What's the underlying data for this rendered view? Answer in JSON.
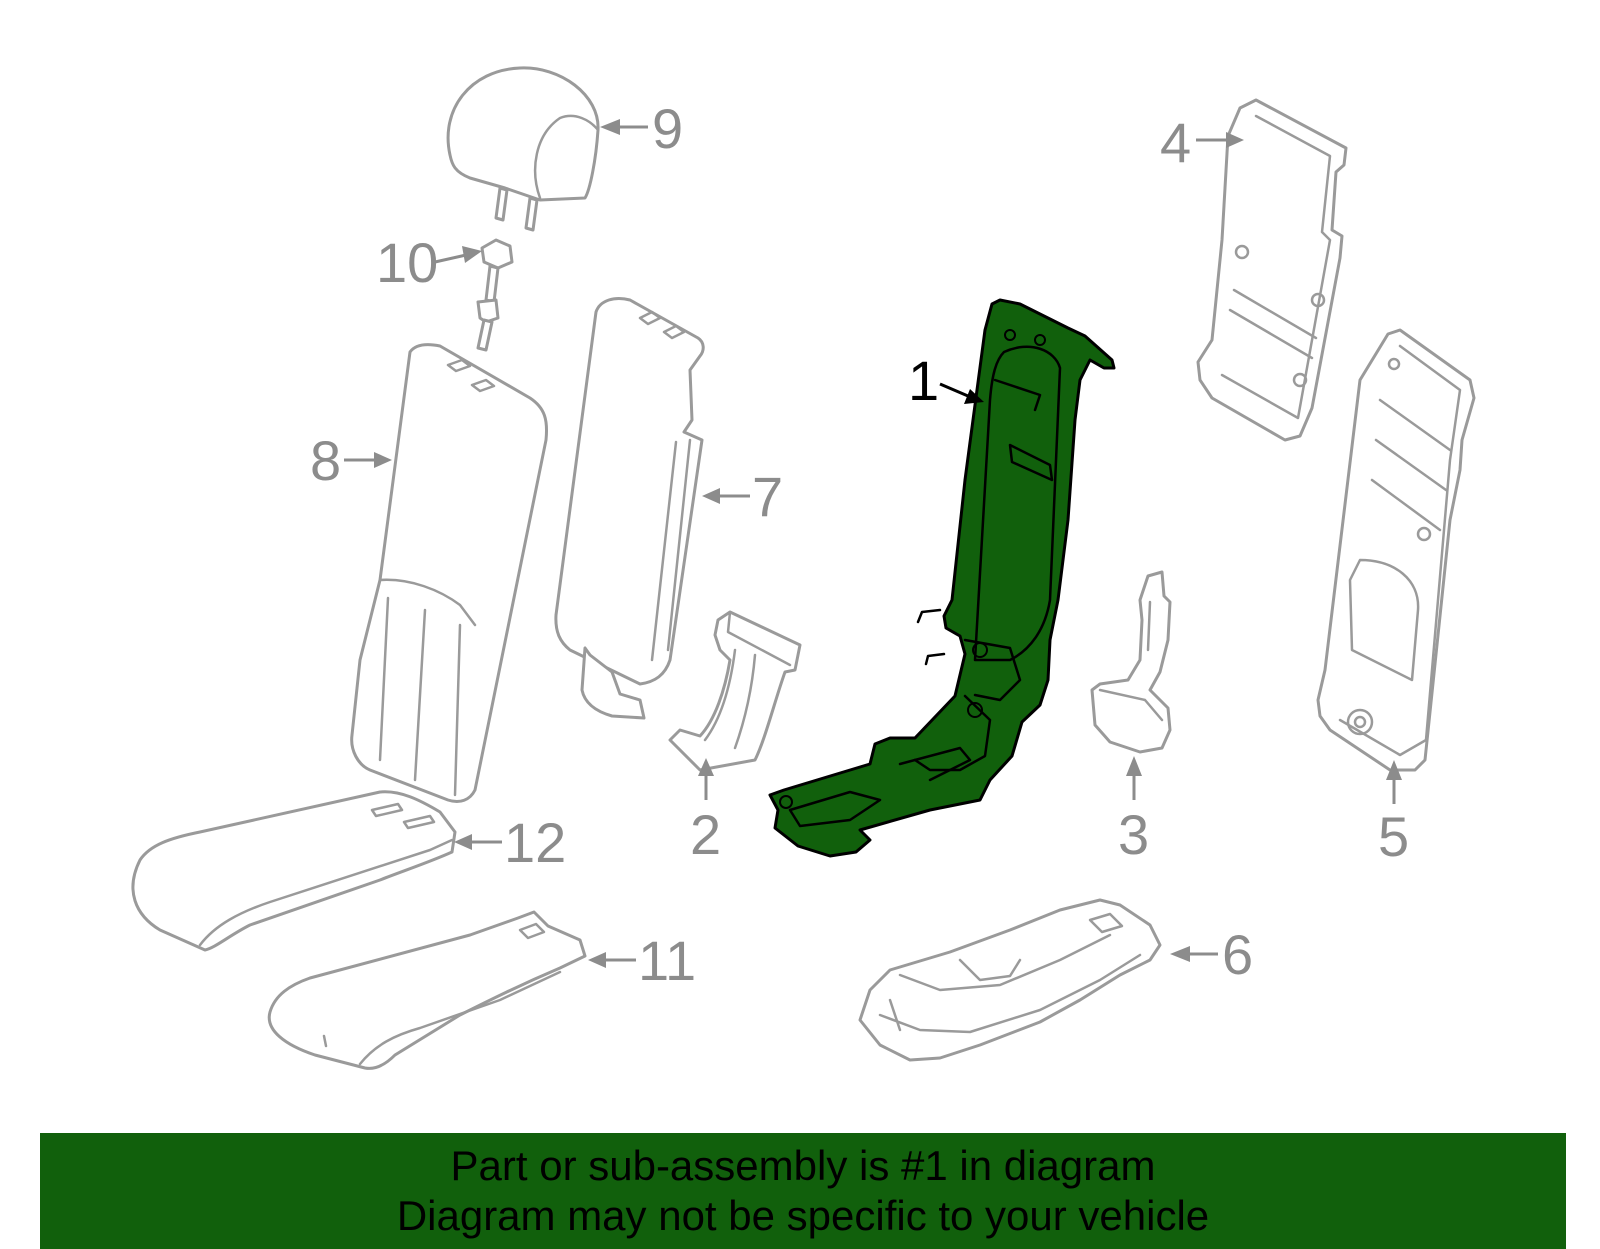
{
  "callouts": [
    {
      "id": "1",
      "label": "1"
    },
    {
      "id": "2",
      "label": "2"
    },
    {
      "id": "3",
      "label": "3"
    },
    {
      "id": "4",
      "label": "4"
    },
    {
      "id": "5",
      "label": "5"
    },
    {
      "id": "6",
      "label": "6"
    },
    {
      "id": "7",
      "label": "7"
    },
    {
      "id": "8",
      "label": "8"
    },
    {
      "id": "9",
      "label": "9"
    },
    {
      "id": "10",
      "label": "10"
    },
    {
      "id": "11",
      "label": "11"
    },
    {
      "id": "12",
      "label": "12"
    }
  ],
  "highlighted_part": "1",
  "colors": {
    "highlight": "#11600c",
    "outline": "#9a9a9a",
    "banner_bg": "#11600c"
  },
  "banner": {
    "line1": "Part or sub-assembly is #1 in diagram",
    "line2": "Diagram may not be specific to your vehicle"
  }
}
